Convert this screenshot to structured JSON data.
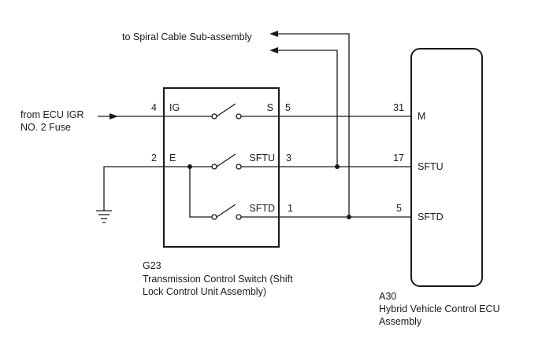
{
  "colors": {
    "line": "#1a1a1a",
    "background": "#ffffff"
  },
  "external": {
    "spiral_cable": "to Spiral Cable Sub-assembly",
    "ecu_igr_line1": "from ECU IGR",
    "ecu_igr_line2": "NO. 2 Fuse"
  },
  "switch_unit": {
    "code": "G23",
    "name_line1": "Transmission Control Switch (Shift",
    "name_line2": "Lock Control Unit Assembly)",
    "left_pins": [
      {
        "number": "4",
        "label": "IG"
      },
      {
        "number": "2",
        "label": "E"
      }
    ],
    "right_pins": [
      {
        "label": "S",
        "number": "5"
      },
      {
        "label": "SFTU",
        "number": "3"
      },
      {
        "label": "SFTD",
        "number": "1"
      }
    ]
  },
  "ecu": {
    "code": "A30",
    "name_line1": "Hybrid Vehicle Control ECU",
    "name_line2": "Assembly",
    "pins": [
      {
        "number": "31",
        "label": "M"
      },
      {
        "number": "17",
        "label": "SFTU"
      },
      {
        "number": "5",
        "label": "SFTD"
      }
    ]
  },
  "icons": [
    "arrow-right-icon",
    "arrow-left-icon",
    "ground-icon",
    "switch-icon",
    "junction-dot-icon"
  ]
}
